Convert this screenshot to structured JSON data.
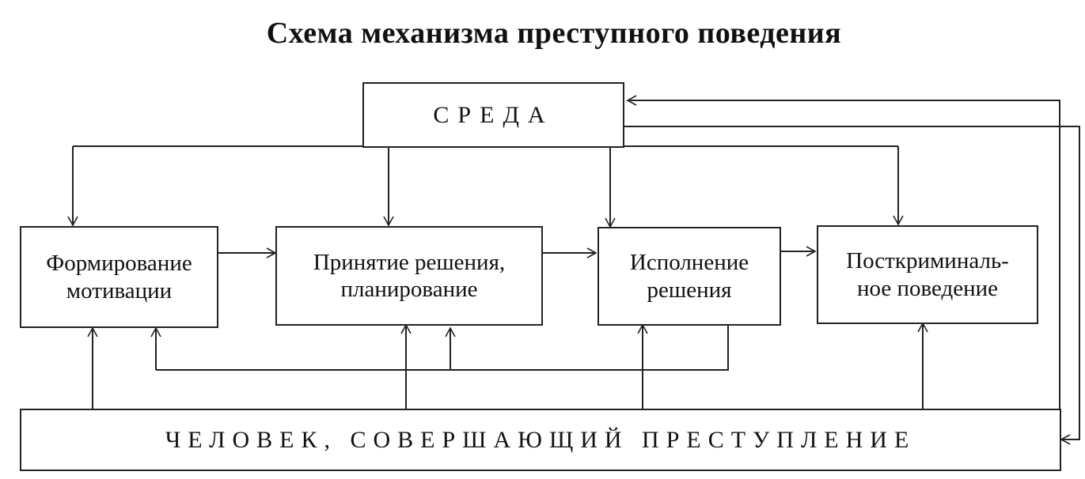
{
  "diagram": {
    "title": "Схема механизма преступного поведения",
    "environment": "СРЕДА",
    "stages": [
      {
        "line1": "Формирование",
        "line2": "мотивации"
      },
      {
        "line1": "Принятие решения,",
        "line2": "планирование"
      },
      {
        "line1": "Исполнение",
        "line2": "решения"
      },
      {
        "line1": "Посткриминаль-",
        "line2": "ное поведение"
      }
    ],
    "person": "ЧЕЛОВЕК, СОВЕРШАЮЩИЙ ПРЕСТУПЛЕНИЕ"
  }
}
